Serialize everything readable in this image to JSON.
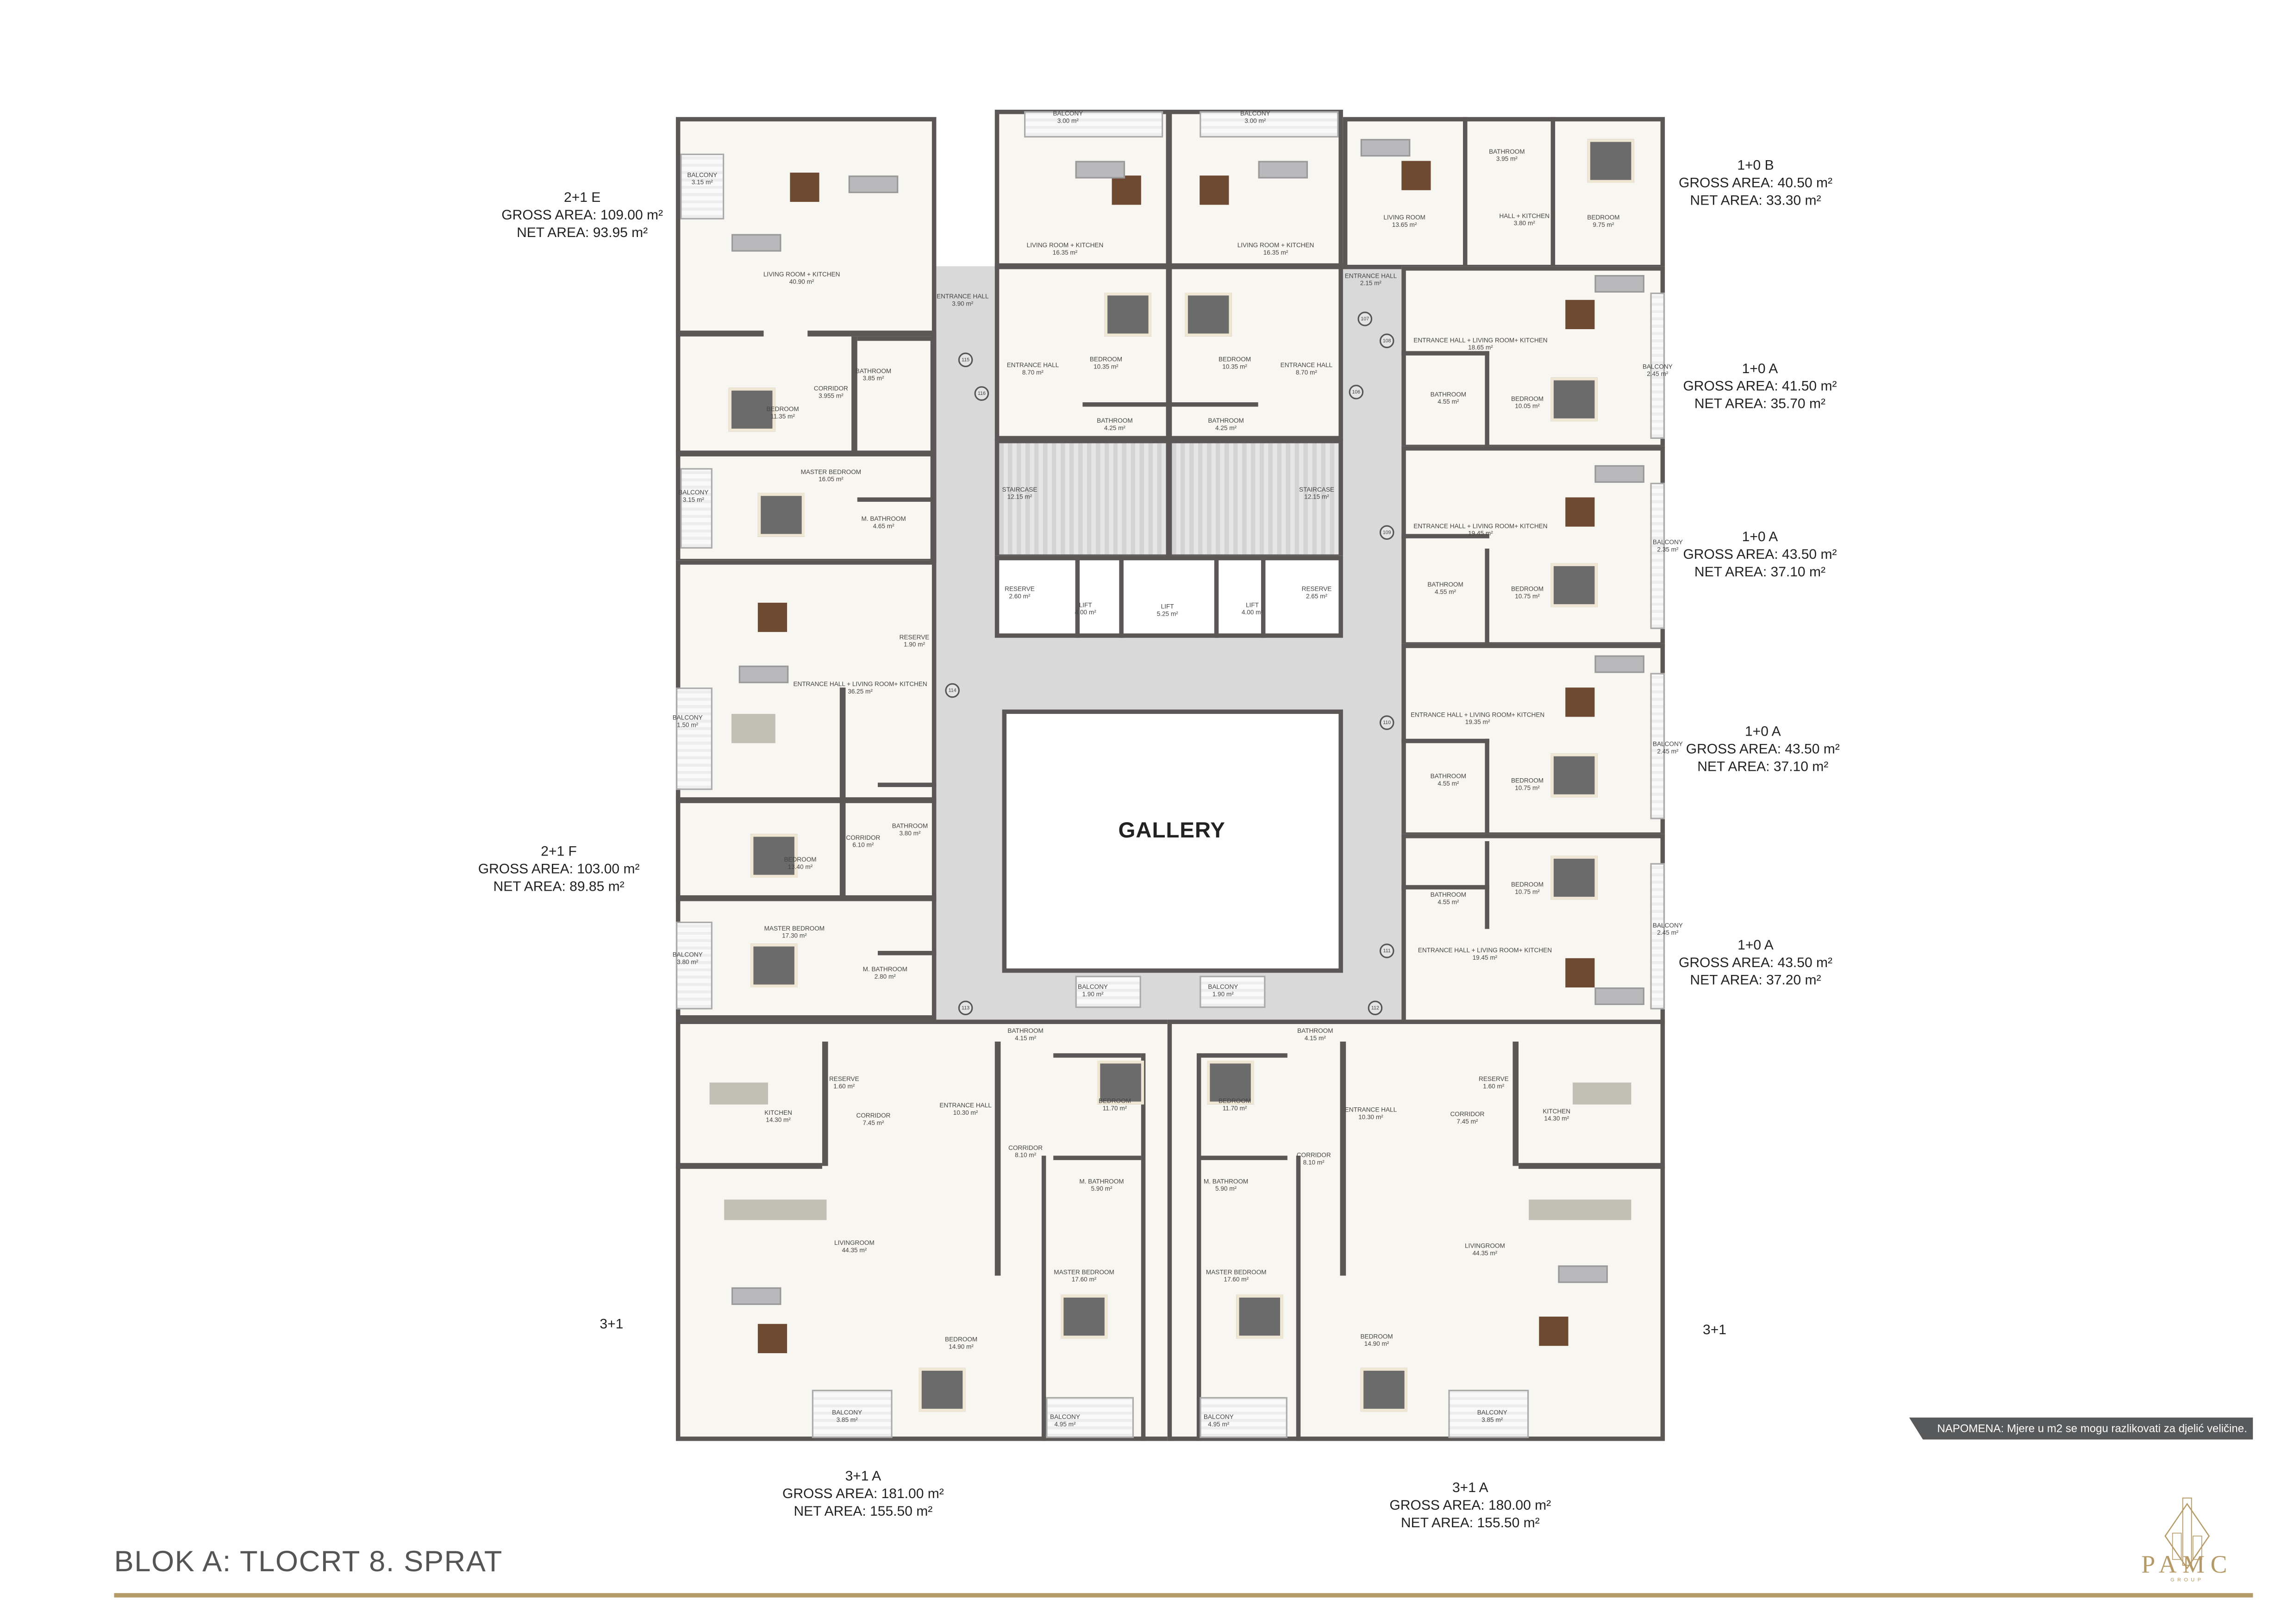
{
  "page": {
    "title": "BLOK A: TLOCRT 8. SPRAT",
    "note": "NAPOMENA: Mjere u m2 se mogu razlikovati za djelić veličine.",
    "logo_text": "PAMC",
    "logo_sub": "GROUP",
    "colors": {
      "wall": "#5b5757",
      "floor": "#f8f6f0",
      "corridor": "#d9d9d9",
      "accent_gold": "#b59a68",
      "note_bg": "#58595b"
    }
  },
  "gallery_label": "GALLERY",
  "units": [
    {
      "type": "2+1 E",
      "gross": "GROSS AREA: 109.00 m²",
      "net": "NET AREA: 93.95 m²"
    },
    {
      "type": "1+0 B",
      "gross": "GROSS AREA: 40.50 m²",
      "net": "NET AREA: 33.30 m²"
    },
    {
      "type": "1+0 A",
      "gross": "GROSS AREA: 41.50 m²",
      "net": "NET AREA: 35.70 m²"
    },
    {
      "type": "1+0 A",
      "gross": "GROSS AREA: 43.50 m²",
      "net": "NET AREA: 37.10 m²"
    },
    {
      "type": "1+0 A",
      "gross": "GROSS AREA: 43.50 m²",
      "net": "NET AREA: 37.10 m²"
    },
    {
      "type": "1+0 A",
      "gross": "GROSS AREA: 43.50 m²",
      "net": "NET AREA: 37.20 m²"
    },
    {
      "type": "2+1 F",
      "gross": "GROSS AREA: 103.00 m²",
      "net": "NET AREA: 89.85 m²"
    },
    {
      "type": "3+1",
      "gross": "",
      "net": ""
    },
    {
      "type": "3+1",
      "gross": "",
      "net": ""
    },
    {
      "type": "3+1 A",
      "gross": "GROSS AREA: 181.00 m²",
      "net": "NET AREA: 155.50 m²"
    },
    {
      "type": "3+1 A",
      "gross": "GROSS AREA: 180.00 m²",
      "net": "NET AREA: 155.50 m²"
    }
  ],
  "rooms": [
    {
      "name": "BALCONY",
      "area": "3.15 m²"
    },
    {
      "name": "LIVING ROOM + KITCHEN",
      "area": "40.90 m²"
    },
    {
      "name": "ENTRANCE HALL",
      "area": "3.90 m²"
    },
    {
      "name": "BATHROOM",
      "area": "3.85 m²"
    },
    {
      "name": "CORRIDOR",
      "area": "3.955 m²"
    },
    {
      "name": "BEDROOM",
      "area": "11.35 m²"
    },
    {
      "name": "MASTER BEDROOM",
      "area": "16.05 m²"
    },
    {
      "name": "M. BATHROOM",
      "area": "4.65 m²"
    },
    {
      "name": "BALCONY",
      "area": "3.15 m²"
    },
    {
      "name": "BALCONY",
      "area": "3.00 m²"
    },
    {
      "name": "BALCONY",
      "area": "3.00 m²"
    },
    {
      "name": "LIVING ROOM + KITCHEN",
      "area": "16.35 m²"
    },
    {
      "name": "LIVING ROOM + KITCHEN",
      "area": "16.35 m²"
    },
    {
      "name": "ENTRANCE HALL",
      "area": "8.70 m²"
    },
    {
      "name": "BEDROOM",
      "area": "10.35 m²"
    },
    {
      "name": "BEDROOM",
      "area": "10.35 m²"
    },
    {
      "name": "ENTRANCE HALL",
      "area": "8.70 m²"
    },
    {
      "name": "BATHROOM",
      "area": "4.25 m²"
    },
    {
      "name": "BATHROOM",
      "area": "4.25 m²"
    },
    {
      "name": "STAIRCASE",
      "area": "12.15 m²"
    },
    {
      "name": "STAIRCASE",
      "area": "12.15 m²"
    },
    {
      "name": "RESERVE",
      "area": "2.60 m²"
    },
    {
      "name": "LIFT",
      "area": "4.00 m²"
    },
    {
      "name": "LIFT",
      "area": "5.25 m²"
    },
    {
      "name": "LIFT",
      "area": "4.00 m²"
    },
    {
      "name": "RESERVE",
      "area": "2.65 m²"
    },
    {
      "name": "LIVING ROOM",
      "area": "13.65 m²"
    },
    {
      "name": "BATHROOM",
      "area": "3.95 m²"
    },
    {
      "name": "HALL + KITCHEN",
      "area": "3.80 m²"
    },
    {
      "name": "BEDROOM",
      "area": "9.75 m²"
    },
    {
      "name": "ENTRANCE HALL",
      "area": "2.15 m²"
    },
    {
      "name": "ENTRANCE HALL + LIVING ROOM+ KITCHEN",
      "area": "18.65 m²"
    },
    {
      "name": "BATHROOM",
      "area": "4.55 m²"
    },
    {
      "name": "BEDROOM",
      "area": "10.05 m²"
    },
    {
      "name": "BALCONY",
      "area": "2.45 m²"
    },
    {
      "name": "ENTRANCE HALL + LIVING ROOM+ KITCHEN",
      "area": "19.45 m²"
    },
    {
      "name": "BATHROOM",
      "area": "4.55 m²"
    },
    {
      "name": "BEDROOM",
      "area": "10.75 m²"
    },
    {
      "name": "BALCONY",
      "area": "2.35 m²"
    },
    {
      "name": "ENTRANCE HALL + LIVING ROOM+ KITCHEN",
      "area": "19.35 m²"
    },
    {
      "name": "BATHROOM",
      "area": "4.55 m²"
    },
    {
      "name": "BEDROOM",
      "area": "10.75 m²"
    },
    {
      "name": "BALCONY",
      "area": "2.45 m²"
    },
    {
      "name": "BEDROOM",
      "area": "10.75 m²"
    },
    {
      "name": "BATHROOM",
      "area": "4.55 m²"
    },
    {
      "name": "ENTRANCE HALL + LIVING ROOM+ KITCHEN",
      "area": "19.45 m²"
    },
    {
      "name": "BALCONY",
      "area": "2.45 m²"
    },
    {
      "name": "RESERVE",
      "area": "1.90 m²"
    },
    {
      "name": "ENTRANCE HALL + LIVING ROOM+ KITCHEN",
      "area": "36.25 m²"
    },
    {
      "name": "BALCONY",
      "area": "1.50 m²"
    },
    {
      "name": "BATHROOM",
      "area": "3.80 m²"
    },
    {
      "name": "CORRIDOR",
      "area": "6.10 m²"
    },
    {
      "name": "BEDROOM",
      "area": "13.40 m²"
    },
    {
      "name": "MASTER BEDROOM",
      "area": "17.30 m²"
    },
    {
      "name": "M. BATHROOM",
      "area": "2.80 m²"
    },
    {
      "name": "BALCONY",
      "area": "3.80 m²"
    },
    {
      "name": "BALCONY",
      "area": "1.90 m²"
    },
    {
      "name": "BALCONY",
      "area": "1.90 m²"
    },
    {
      "name": "BATHROOM",
      "area": "4.15 m²"
    },
    {
      "name": "RESERVE",
      "area": "1.60 m²"
    },
    {
      "name": "KITCHEN",
      "area": "14.30 m²"
    },
    {
      "name": "CORRIDOR",
      "area": "7.45 m²"
    },
    {
      "name": "ENTRANCE HALL",
      "area": "10.30 m²"
    },
    {
      "name": "BEDROOM",
      "area": "11.70 m²"
    },
    {
      "name": "CORRIDOR",
      "area": "8.10 m²"
    },
    {
      "name": "M. BATHROOM",
      "area": "5.90 m²"
    },
    {
      "name": "LIVINGROOM",
      "area": "44.35 m²"
    },
    {
      "name": "MASTER BEDROOM",
      "area": "17.60 m²"
    },
    {
      "name": "BEDROOM",
      "area": "14.90 m²"
    },
    {
      "name": "BALCONY",
      "area": "3.85 m²"
    },
    {
      "name": "BALCONY",
      "area": "4.95 m²"
    },
    {
      "name": "BATHROOM",
      "area": "4.15 m²"
    },
    {
      "name": "BEDROOM",
      "area": "11.70 m²"
    },
    {
      "name": "RESERVE",
      "area": "1.60 m²"
    },
    {
      "name": "ENTRANCE HALL",
      "area": "10.30 m²"
    },
    {
      "name": "CORRIDOR",
      "area": "7.45 m²"
    },
    {
      "name": "KITCHEN",
      "area": "14.30 m²"
    },
    {
      "name": "CORRIDOR",
      "area": "8.10 m²"
    },
    {
      "name": "M. BATHROOM",
      "area": "5.90 m²"
    },
    {
      "name": "MASTER BEDROOM",
      "area": "17.60 m²"
    },
    {
      "name": "LIVINGROOM",
      "area": "44.35 m²"
    },
    {
      "name": "BEDROOM",
      "area": "14.90 m²"
    },
    {
      "name": "BALCONY",
      "area": "4.95 m²"
    },
    {
      "name": "BALCONY",
      "area": "3.85 m²"
    }
  ],
  "door_numbers": [
    "115",
    "116",
    "107",
    "108",
    "106",
    "109",
    "114",
    "110",
    "111",
    "113",
    "112"
  ]
}
